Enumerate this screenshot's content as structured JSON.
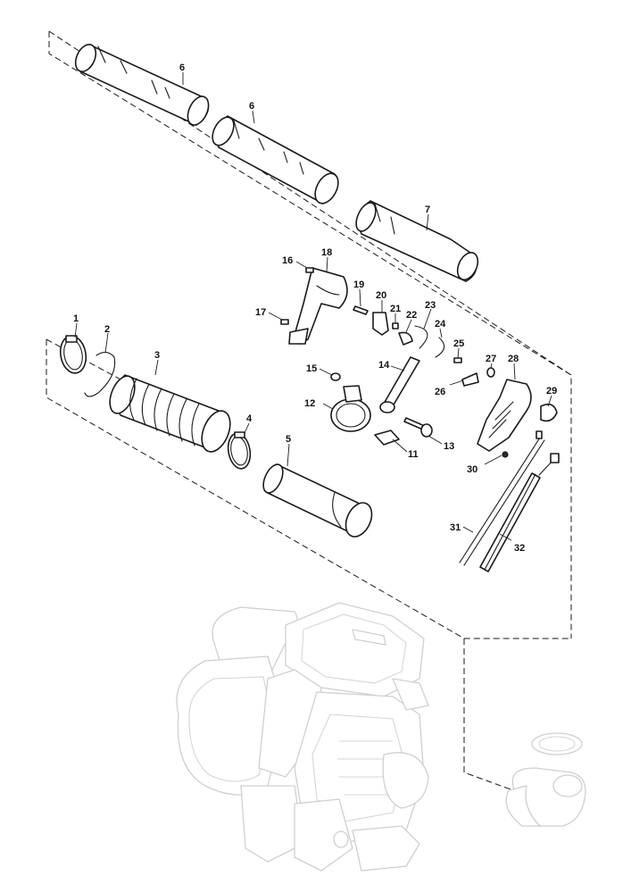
{
  "diagram": {
    "callouts": [
      "1",
      "2",
      "3",
      "4",
      "5",
      "6",
      "6",
      "7",
      "11",
      "12",
      "13",
      "14",
      "15",
      "16",
      "17",
      "18",
      "19",
      "20",
      "21",
      "22",
      "23",
      "24",
      "25",
      "26",
      "27",
      "28",
      "29",
      "30",
      "31",
      "32"
    ]
  }
}
